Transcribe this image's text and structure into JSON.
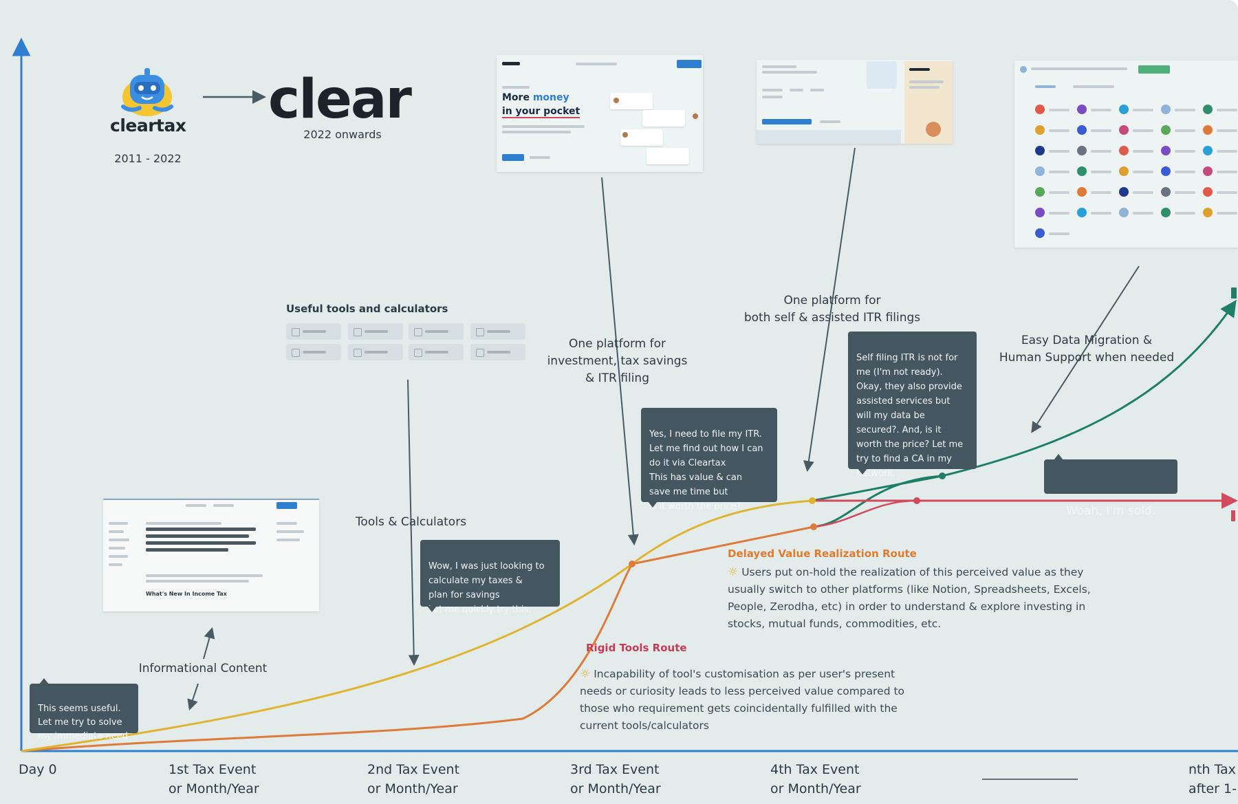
{
  "brand": {
    "old_name": "cleartax",
    "old_years": "2011 - 2022",
    "new_name": "clear",
    "new_years": "2022 onwards"
  },
  "timeline": {
    "x_labels": [
      "Day 0",
      "1st Tax Event\nor Month/Year",
      "2nd Tax Event\nor Month/Year",
      "3rd Tax Event\nor Month/Year",
      "4th Tax Event\nor Month/Year",
      "nth Tax\nafter 1-"
    ]
  },
  "stages": {
    "informational": "Informational Content",
    "tools": "Tools & Calculators",
    "one_platform_investment": "One platform for\ninvestment, tax savings\n& ITR filing",
    "one_platform_itr": "One platform for\nboth self & assisted ITR filings",
    "easy_migration": "Easy Data Migration &\nHuman Support when needed"
  },
  "thoughts": {
    "day0": "This seems useful.\nLet me try to solve\nmy immediate need",
    "tools": "Wow, I was just looking to\ncalculate my taxes &\nplan for savings\nLet me quickly try this.",
    "itr": "Yes, I need to file my ITR.\nLet me find out how I can\ndo it via Cleartax\nThis has value & can\nsave me time but\nis it worth the price?",
    "self_filing": "Self filing ITR is not for\nme (I'm not ready).\nOkay, they also provide\nassisted services but\nwill my data be\nsecured?. And, is it\nworth the price? Let me\ntry to find a CA in my\nnetwork.",
    "sold": "Woah, I'm sold."
  },
  "routes": {
    "delayed": {
      "title": "Delayed Value Realization Route",
      "text": "Users put on-hold the realization of this perceived value as they usually switch to other platforms (like Notion, Spreadsheets, Excels, People, Zerodha, etc) in order to understand & explore investing in stocks, mutual funds, commodities, etc."
    },
    "rigid": {
      "title": "Rigid Tools Route",
      "text": "Incapability of tool's customisation as per user's present needs or curiosity leads to less perceived value compared to those who requirement gets coincidentally fulfilled with the current tools/calculators"
    }
  },
  "screenshots": {
    "tools_title": "Useful tools and calculators",
    "hero_line1": "More ",
    "hero_highlight": "money",
    "hero_line2": "in your pocket",
    "article_title": "What's New In Income Tax"
  },
  "colors": {
    "axis": "#2f7fd0",
    "yellow_curve": "#e0b431",
    "orange_curve": "#df7a3b",
    "green_curve": "#1f7f66",
    "red_curve": "#d24a5e",
    "bubble": "#44565f",
    "background": "#e3ecea"
  }
}
